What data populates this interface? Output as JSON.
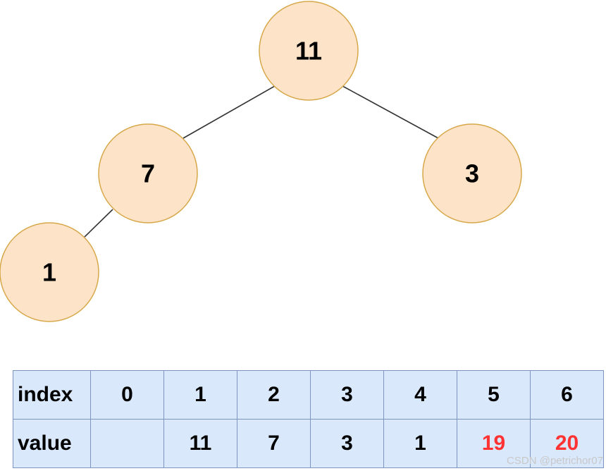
{
  "tree": {
    "nodes": [
      {
        "id": "n11",
        "label": "11"
      },
      {
        "id": "n7",
        "label": "7"
      },
      {
        "id": "n3",
        "label": "3"
      },
      {
        "id": "n1",
        "label": "1"
      }
    ],
    "edges": [
      {
        "from": "n11",
        "to": "n7"
      },
      {
        "from": "n11",
        "to": "n3"
      },
      {
        "from": "n7",
        "to": "n1"
      }
    ],
    "node_fill": "#fde3c8",
    "node_stroke": "#d7a84a"
  },
  "table": {
    "index_label": "index",
    "value_label": "value",
    "indices": [
      "0",
      "1",
      "2",
      "3",
      "4",
      "5",
      "6"
    ],
    "values": [
      "",
      "11",
      "7",
      "3",
      "1",
      "19",
      "20"
    ],
    "highlight_color": "#ff3333",
    "highlighted_indices": [
      "5",
      "6"
    ],
    "cell_fill": "#dae8fc"
  },
  "watermark": "CSDN @petrichor07"
}
